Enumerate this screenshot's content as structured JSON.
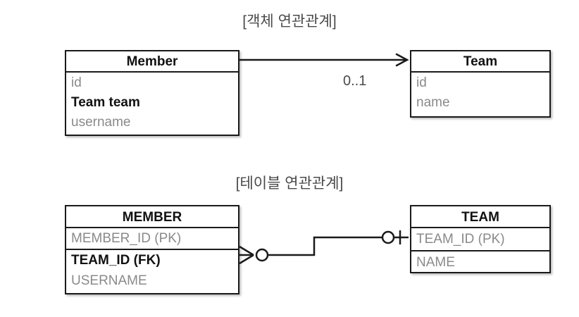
{
  "diagram": {
    "background_color": "#ffffff",
    "line_color": "#1a1a1a",
    "muted_text_color": "#8a8a8a",
    "strong_text_color": "#111111",
    "title_text_color": "#4a4a4a"
  },
  "sections": {
    "object": {
      "title": "[객체 연관관계]",
      "entities": {
        "member": {
          "name": "Member",
          "attributes": [
            {
              "label": "id",
              "emphasis": "normal"
            },
            {
              "label": "Team team",
              "emphasis": "bold"
            },
            {
              "label": "username",
              "emphasis": "normal"
            }
          ]
        },
        "team": {
          "name": "Team",
          "attributes": [
            {
              "label": "id",
              "emphasis": "normal"
            },
            {
              "label": "name",
              "emphasis": "normal"
            }
          ]
        }
      },
      "relationship": {
        "from": "Member",
        "to": "Team",
        "multiplicity_label": "0..1",
        "arrow_style": "open-arrow",
        "direction": "member-to-team"
      }
    },
    "table": {
      "title": "[테이블 연관관계]",
      "entities": {
        "member": {
          "name": "MEMBER",
          "attributes": [
            {
              "label": "MEMBER_ID (PK)",
              "emphasis": "normal",
              "divider_below": true
            },
            {
              "label": "TEAM_ID (FK)",
              "emphasis": "bold",
              "divider_below": false
            },
            {
              "label": "USERNAME",
              "emphasis": "normal",
              "divider_below": false
            }
          ]
        },
        "team": {
          "name": "TEAM",
          "attributes": [
            {
              "label": "TEAM_ID (PK)",
              "emphasis": "normal",
              "divider_below": true
            },
            {
              "label": "NAME",
              "emphasis": "normal",
              "divider_below": false
            }
          ]
        }
      },
      "relationship": {
        "from": "MEMBER",
        "to": "TEAM",
        "from_cardinality": "zero-or-many",
        "to_cardinality": "zero-or-one",
        "notation": "crows-foot"
      }
    }
  }
}
